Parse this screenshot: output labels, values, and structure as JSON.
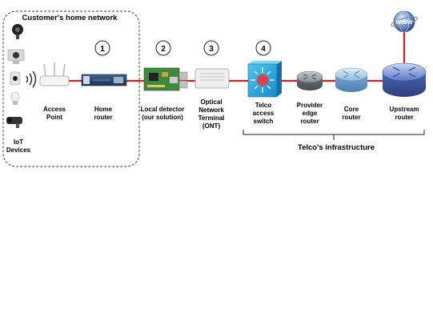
{
  "home_network": {
    "title": "Customer's home network",
    "iot_label": [
      "IoT",
      "Devices"
    ]
  },
  "nodes": [
    {
      "id": "access-point",
      "label": [
        "Access",
        "Point"
      ]
    },
    {
      "id": "home-router",
      "label": [
        "Home",
        "router"
      ],
      "number": "1"
    },
    {
      "id": "local-detector",
      "label": [
        "Local detector",
        "(our solution)"
      ],
      "number": "2"
    },
    {
      "id": "ont",
      "label": [
        "Optical",
        "Network",
        "Terminal",
        "(ONT)"
      ],
      "number": "3"
    },
    {
      "id": "telco-access-switch",
      "label": [
        "Telco",
        "access",
        "switch"
      ],
      "number": "4"
    },
    {
      "id": "provider-edge-router",
      "label": [
        "Provider",
        "edge",
        "router"
      ]
    },
    {
      "id": "core-router",
      "label": [
        "Core",
        "router"
      ]
    },
    {
      "id": "upstream-router",
      "label": [
        "Upstream",
        "router"
      ]
    }
  ],
  "infrastructure": {
    "title": "Telco's infrastructure"
  },
  "internet_icon_text": "WWW",
  "colors": {
    "link": "#d42020",
    "switch_blue": "#29a8e0",
    "router_blue": "#6f8fd0",
    "router_gray": "#8a8f98",
    "detector_green": "#3f8a3a"
  }
}
